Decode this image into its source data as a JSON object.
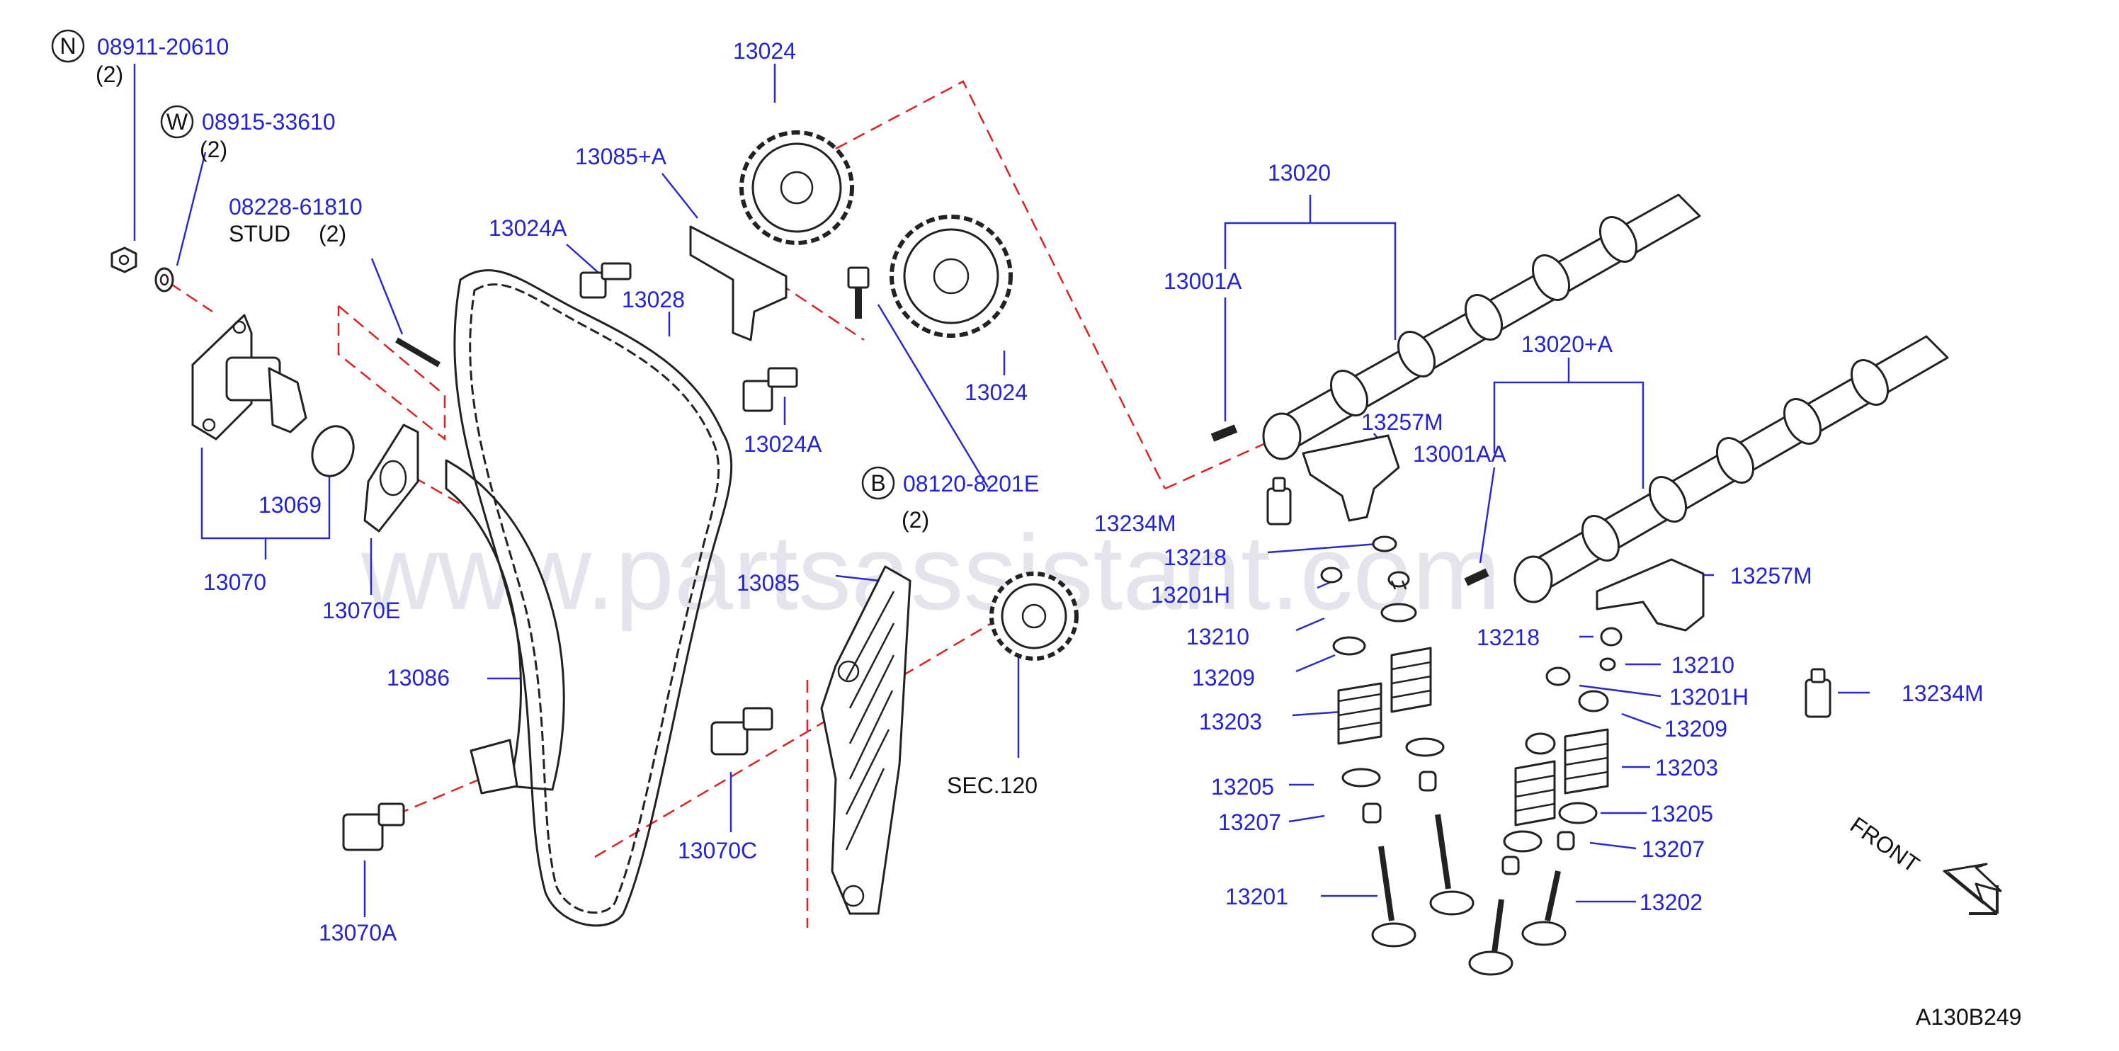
{
  "watermark": "www.partsassistant.com",
  "drawing_id": "A130B249",
  "front_label": "FRONT",
  "callouts": [
    {
      "id": "n-badge",
      "badge": "N",
      "text": "08911-20610"
    },
    {
      "id": "n-qty",
      "text": "(2)"
    },
    {
      "id": "w-badge",
      "badge": "W",
      "text": "08915-33610"
    },
    {
      "id": "w-qty",
      "text": "(2)"
    },
    {
      "id": "stud-pn",
      "text": "08228-61810"
    },
    {
      "id": "stud-name",
      "text": "STUD"
    },
    {
      "id": "stud-qty",
      "text": "(2)"
    },
    {
      "id": "b-badge",
      "badge": "B",
      "text": "08120-8201E"
    },
    {
      "id": "b-qty",
      "text": "(2)"
    }
  ],
  "labels": {
    "13024_top": "13024",
    "13085A": "13085+A",
    "13024A_top": "13024A",
    "13028": "13028",
    "13024_right": "13024",
    "13024A_bottom": "13024A",
    "13069": "13069",
    "13070": "13070",
    "13070E": "13070E",
    "13086": "13086",
    "13085": "13085",
    "13070C": "13070C",
    "13070A": "13070A",
    "sec120": "SEC.120",
    "13020": "13020",
    "13001A": "13001A",
    "13020A": "13020+A",
    "13257M_top": "13257M",
    "13001AA": "13001AA",
    "13234M_left": "13234M",
    "13218_left": "13218",
    "13201H_left": "13201H",
    "13210_left": "13210",
    "13209_left": "13209",
    "13203_left": "13203",
    "13205_left": "13205",
    "13207_left": "13207",
    "13201": "13201",
    "13257M_right": "13257M",
    "13218_right": "13218",
    "13210_right": "13210",
    "13201H_right": "13201H",
    "13234M_right": "13234M",
    "13209_right": "13209",
    "13203_right": "13203",
    "13205_right": "13205",
    "13207_right": "13207",
    "13202": "13202"
  }
}
